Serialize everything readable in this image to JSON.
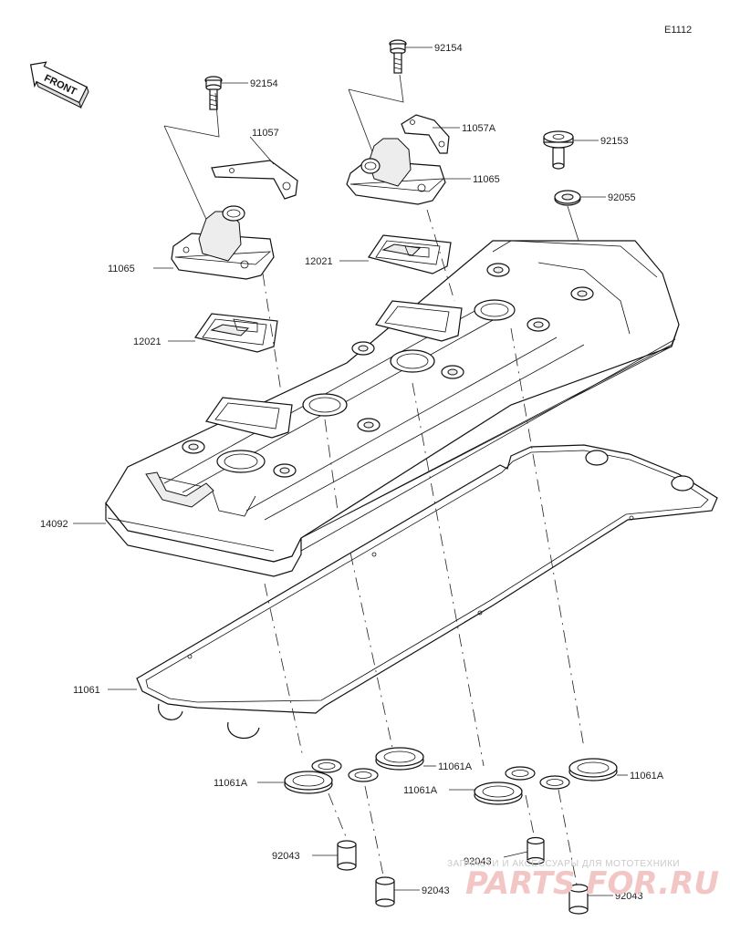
{
  "diagram_code": "E1112",
  "front_label": "FRONT",
  "labels": {
    "bolt_left": "92154",
    "bolt_right": "92154",
    "bracket_left": "11057",
    "bracket_right": "11057A",
    "cap_left": "11065",
    "cap_right": "11065",
    "bolt_92153": "92153",
    "washer_92055": "92055",
    "plate_right": "12021",
    "plate_left": "12021",
    "cover": "14092",
    "gasket": "11061",
    "seal_a1": "11061A",
    "seal_a2": "11061A",
    "seal_a3": "11061A",
    "seal_a4": "11061A",
    "collar_1": "92043",
    "collar_2": "92043",
    "collar_3": "92043",
    "collar_4": "92043"
  },
  "watermark": {
    "line1": "ЗАПЧАСТИ И АКСЕССУАРЫ ДЛЯ МОТОТЕХНИКИ",
    "line2": "PARTS FOR.RU"
  }
}
